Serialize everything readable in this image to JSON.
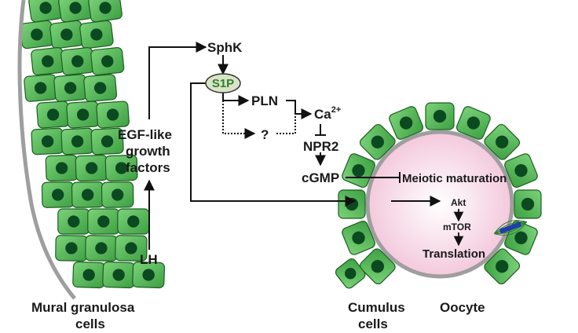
{
  "labels": {
    "sphk": "SphK",
    "s1p": "S1P",
    "pln": "PLN",
    "ca_base": "Ca",
    "ca_sup": "2+",
    "question": "?",
    "npr2": "NPR2",
    "cgmp": "cGMP",
    "meiotic": "Meiotic maturation",
    "egf_line1": "EGF-like",
    "egf_line2": "growth",
    "egf_line3": "factors",
    "lh": "LH",
    "akt": "Akt",
    "mtor": "mTOR",
    "translation": "Translation",
    "mural_line1": "Mural granulosa",
    "mural_line2": "cells",
    "cumulus_line1": "Cumulus",
    "cumulus_line2": "cells",
    "oocyte": "Oocyte"
  },
  "colors": {
    "cell_fill": "#4caf50",
    "cell_edge": "#1b5e20",
    "nucleus": "#0b4a20",
    "membrane": "#9e9e9e",
    "oocyte_fill": "#f8dce8",
    "s1p_fill": "#d9e4c6",
    "s1p_text": "#2e7d32",
    "spindle": "#1e3fa8"
  }
}
